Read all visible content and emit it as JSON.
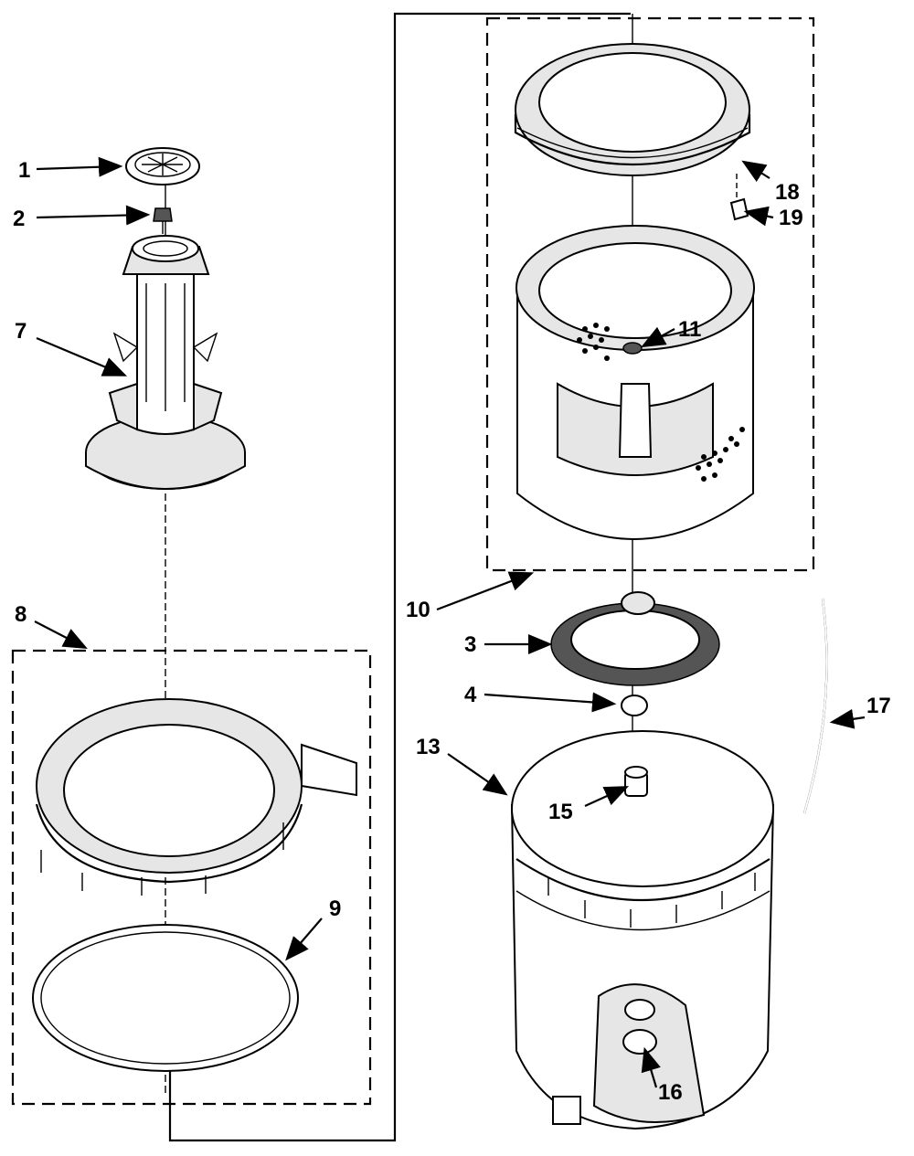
{
  "diagram": {
    "labels": [
      {
        "id": "1",
        "text": "1"
      },
      {
        "id": "2",
        "text": "2"
      },
      {
        "id": "7",
        "text": "7"
      },
      {
        "id": "8",
        "text": "8"
      },
      {
        "id": "9",
        "text": "9"
      },
      {
        "id": "10",
        "text": "10"
      },
      {
        "id": "3",
        "text": "3"
      },
      {
        "id": "4",
        "text": "4"
      },
      {
        "id": "11",
        "text": "11"
      },
      {
        "id": "13",
        "text": "13"
      },
      {
        "id": "15",
        "text": "15"
      },
      {
        "id": "16",
        "text": "16"
      },
      {
        "id": "17",
        "text": "17"
      },
      {
        "id": "18",
        "text": "18"
      },
      {
        "id": "19",
        "text": "19"
      }
    ]
  }
}
